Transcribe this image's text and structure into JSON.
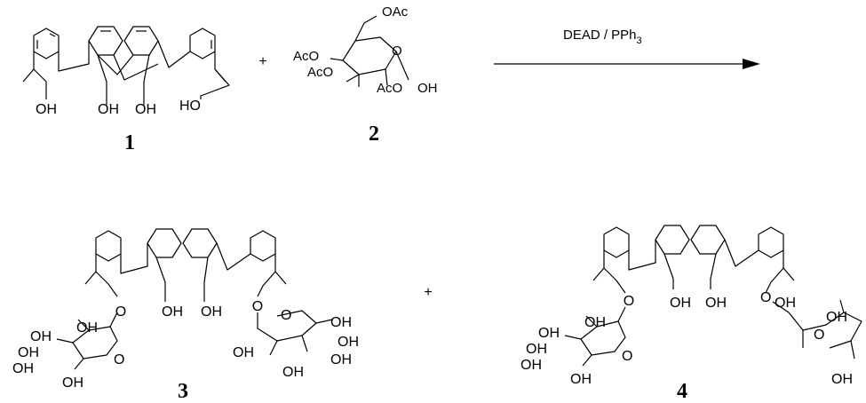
{
  "reaction": {
    "reagent_prefix": "DEAD / PPh",
    "reagent_subscript": "3",
    "plus_top": "+",
    "plus_bottom": "+"
  },
  "compounds": [
    {
      "id": "1",
      "hydroxyls": [
        "OH",
        "OH",
        "OH",
        "HO"
      ]
    },
    {
      "id": "2",
      "groups": [
        "OAc",
        "AcO",
        "AcO",
        "AcO",
        "OH"
      ]
    },
    {
      "id": "3",
      "labels": [
        "O",
        "OH",
        "OH",
        "O",
        "OH",
        "OH",
        "OH",
        "OH",
        "O",
        "OH",
        "OH",
        "OH",
        "OH",
        "OH",
        "O",
        "OH"
      ]
    },
    {
      "id": "4",
      "labels": [
        "O",
        "OH",
        "OH",
        "O",
        "OH",
        "OH",
        "OH",
        "OH",
        "O",
        "OH",
        "OH",
        "O",
        "OH",
        "OH"
      ]
    }
  ]
}
